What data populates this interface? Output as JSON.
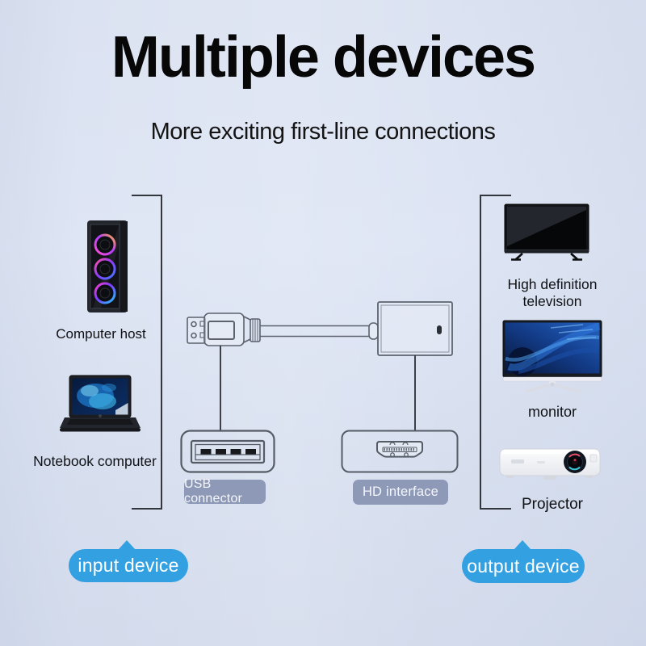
{
  "header": {
    "title": "Multiple devices",
    "subtitle": "More exciting first-line connections"
  },
  "input_group": {
    "badge_label": "input device",
    "devices": [
      {
        "label": "Computer host",
        "icon": "desktop-tower-icon"
      },
      {
        "label": "Notebook computer",
        "icon": "laptop-icon"
      }
    ]
  },
  "adapter": {
    "usb_port_label": "USB connector",
    "hd_port_label": "HD interface"
  },
  "output_group": {
    "badge_label": "output device",
    "devices": [
      {
        "label": "High definition television",
        "icon": "tv-icon"
      },
      {
        "label": "monitor",
        "icon": "monitor-icon"
      },
      {
        "label": "Projector",
        "icon": "projector-icon"
      }
    ]
  },
  "colors": {
    "group_badge_blue": "#33a0e2",
    "port_badge_gray": "#8d99b6",
    "bracket_line": "#33363c",
    "background_top": "#dbe2f1",
    "background_bottom": "#d3dbec"
  }
}
